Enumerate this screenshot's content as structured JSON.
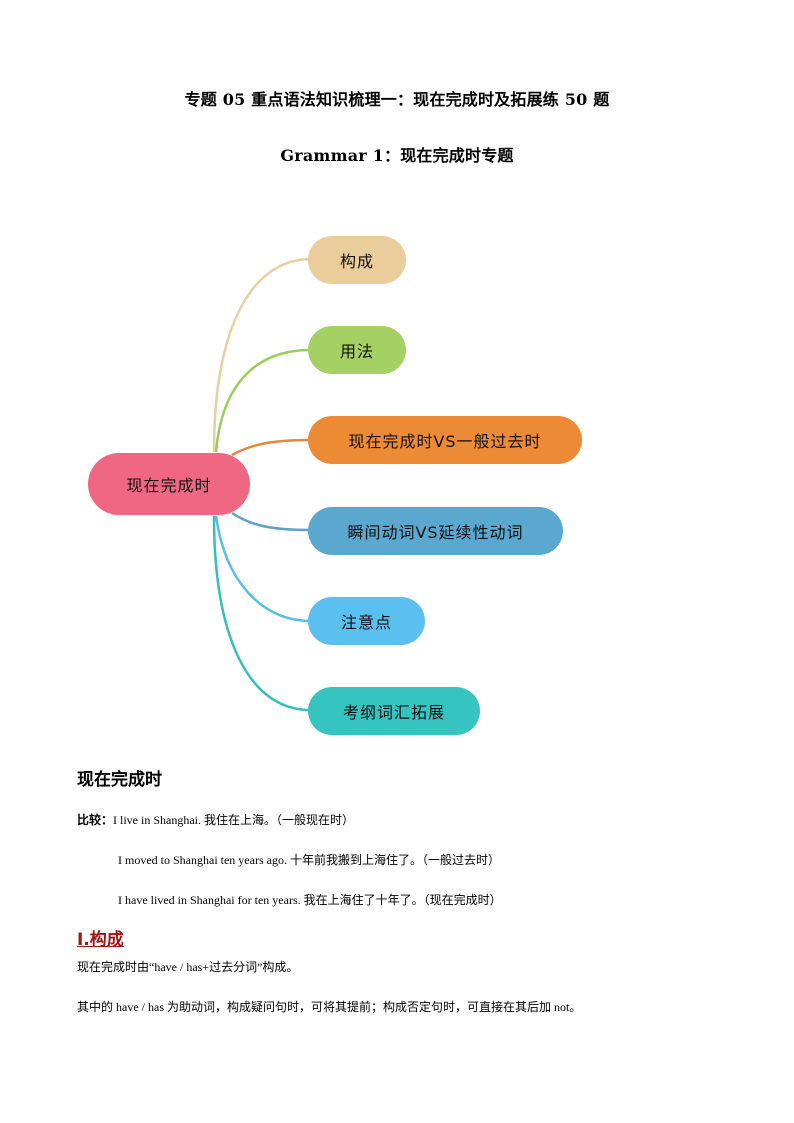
{
  "header": {
    "title": "专题 05  重点语法知识梳理一：现在完成时及拓展练 50 题",
    "subtitle": "Grammar 1：现在完成时专题"
  },
  "mindmap": {
    "root": {
      "label": "现在完成时",
      "color": "#f06783"
    },
    "branches": [
      {
        "label": "构成",
        "color": "#eacd9a",
        "line": "#e8cfa2"
      },
      {
        "label": "用法",
        "color": "#a4d064",
        "line": "#9bcc5e"
      },
      {
        "label": "现在完成时VS一般过去时",
        "color": "#ec8a36",
        "line": "#e4873a"
      },
      {
        "label": "瞬间动词VS延续性动词",
        "color": "#5aa7cf",
        "line": "#5aa2c8"
      },
      {
        "label": "注意点",
        "color": "#5bc0f0",
        "line": "#58bde6"
      },
      {
        "label": "考纲词汇拓展",
        "color": "#35c4c0",
        "line": "#35bfbb"
      }
    ]
  },
  "content": {
    "section_title": "现在完成时",
    "compare_label": "比较：",
    "examples": [
      "I live in Shanghai.  我住在上海。（一般现在时）",
      "I moved to Shanghai ten years ago.  十年前我搬到上海住了。（一般过去时）",
      "I have lived in Shanghai for ten years.  我在上海住了十年了。（现在完成时）"
    ],
    "roman_heading": " Ⅰ.构成",
    "paragraphs": [
      "现在完成时由“have / has+过去分词”构成。",
      "其中的 have / has  为助动词，构成疑问句时，可将其提前；构成否定句时，可直接在其后加 not。"
    ]
  }
}
